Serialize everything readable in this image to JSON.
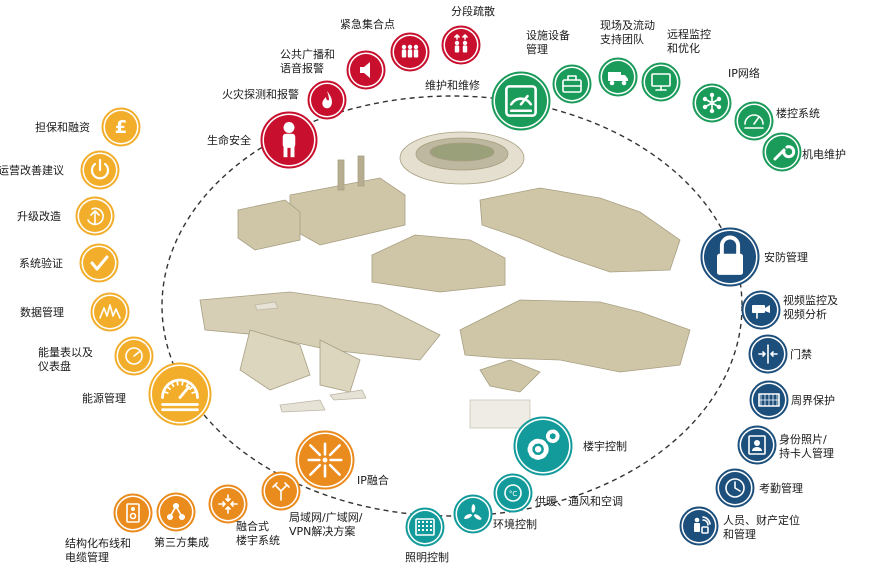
{
  "nodes": [
    {
      "id": "life_safety",
      "label": "生命安全",
      "color": "#c8102e",
      "icon": "person-icon"
    },
    {
      "id": "fire_detection",
      "label": "火灾探测和报警",
      "color": "#c8102e",
      "icon": "flame-icon"
    },
    {
      "id": "pa_voice",
      "label": "公共广播和\n语音报警",
      "color": "#c8102e",
      "icon": "speaker-icon"
    },
    {
      "id": "emergency_assembly",
      "label": "紧急集合点",
      "color": "#c8102e",
      "icon": "people-group-icon"
    },
    {
      "id": "evacuation",
      "label": "分段疏散",
      "color": "#c8102e",
      "icon": "people-arrows-icon"
    },
    {
      "id": "maintenance",
      "label": "维护和维修",
      "color": "#1a9b5a",
      "icon": "meter-icon"
    },
    {
      "id": "facilities_mgmt",
      "label": "设施设备\n管理",
      "color": "#1a9b5a",
      "icon": "toolbox-icon"
    },
    {
      "id": "field_team",
      "label": "现场及流动\n支持团队",
      "color": "#1a9b5a",
      "icon": "van-icon"
    },
    {
      "id": "remote_monitoring",
      "label": "远程监控\n和优化",
      "color": "#1a9b5a",
      "icon": "monitor-icon"
    },
    {
      "id": "ip_network",
      "label": "IP网络",
      "color": "#1a9b5a",
      "icon": "network-icon"
    },
    {
      "id": "building_control",
      "label": "楼控系统",
      "color": "#1a9b5a",
      "icon": "gauge-icon"
    },
    {
      "id": "mep_maintenance",
      "label": "机电维护",
      "color": "#1a9b5a",
      "icon": "wrench-icon"
    },
    {
      "id": "security",
      "label": "安防管理",
      "color": "#1d4f7c",
      "icon": "padlock-icon"
    },
    {
      "id": "video",
      "label": "视频监控及\n视频分析",
      "color": "#1d4f7c",
      "icon": "camera-icon"
    },
    {
      "id": "access",
      "label": "门禁",
      "color": "#1d4f7c",
      "icon": "door-arrows-icon"
    },
    {
      "id": "perimeter",
      "label": "周界保护",
      "color": "#1d4f7c",
      "icon": "fence-icon"
    },
    {
      "id": "id_badge",
      "label": "身份照片/\n持卡人管理",
      "color": "#1d4f7c",
      "icon": "badge-icon"
    },
    {
      "id": "attendance",
      "label": "考勤管理",
      "color": "#1d4f7c",
      "icon": "clock-icon"
    },
    {
      "id": "asset_tracking",
      "label": "人员、财产定位\n和管理",
      "color": "#1d4f7c",
      "icon": "tracking-icon"
    },
    {
      "id": "bms",
      "label": "楼宇控制",
      "color": "#139a9a",
      "icon": "gears-icon"
    },
    {
      "id": "hvac",
      "label": "供暖、通风和空调",
      "color": "#139a9a",
      "icon": "thermometer-icon"
    },
    {
      "id": "environment",
      "label": "环境控制",
      "color": "#139a9a",
      "icon": "fan-icon"
    },
    {
      "id": "lighting",
      "label": "照明控制",
      "color": "#139a9a",
      "icon": "lighting-panel-icon"
    },
    {
      "id": "ip_convergence",
      "label": "IP融合",
      "color": "#ea8b1d",
      "icon": "converge-icon"
    },
    {
      "id": "lan_wan",
      "label": "局域网/广域网/\nVPN解决方案",
      "color": "#ea8b1d",
      "icon": "split-arrows-icon"
    },
    {
      "id": "converged_bldg",
      "label": "融合式\n楼宇系统",
      "color": "#ea8b1d",
      "icon": "merge-arrows-icon"
    },
    {
      "id": "third_party",
      "label": "第三方集成",
      "color": "#ea8b1d",
      "icon": "nodes-icon"
    },
    {
      "id": "cabling",
      "label": "结构化布线和\n电缆管理",
      "color": "#ea8b1d",
      "icon": "cabinet-icon"
    },
    {
      "id": "energy",
      "label": "能源管理",
      "color": "#f2ae2b",
      "icon": "energy-dial-icon"
    },
    {
      "id": "meters",
      "label": "能量表以及\n仪表盘",
      "color": "#f2ae2b",
      "icon": "dial-icon"
    },
    {
      "id": "data_mgmt",
      "label": "数据管理",
      "color": "#f2ae2b",
      "icon": "wave-icon"
    },
    {
      "id": "validation",
      "label": "系统验证",
      "color": "#f2ae2b",
      "icon": "checkmark-icon"
    },
    {
      "id": "upgrade",
      "label": "升级改造",
      "color": "#f2ae2b",
      "icon": "up-arrow-cycle-icon"
    },
    {
      "id": "ops_advice",
      "label": "运营改善建议",
      "color": "#f2ae2b",
      "icon": "power-icon"
    },
    {
      "id": "financing",
      "label": "担保和融资",
      "color": "#f2ae2b",
      "icon": "pound-icon"
    }
  ]
}
